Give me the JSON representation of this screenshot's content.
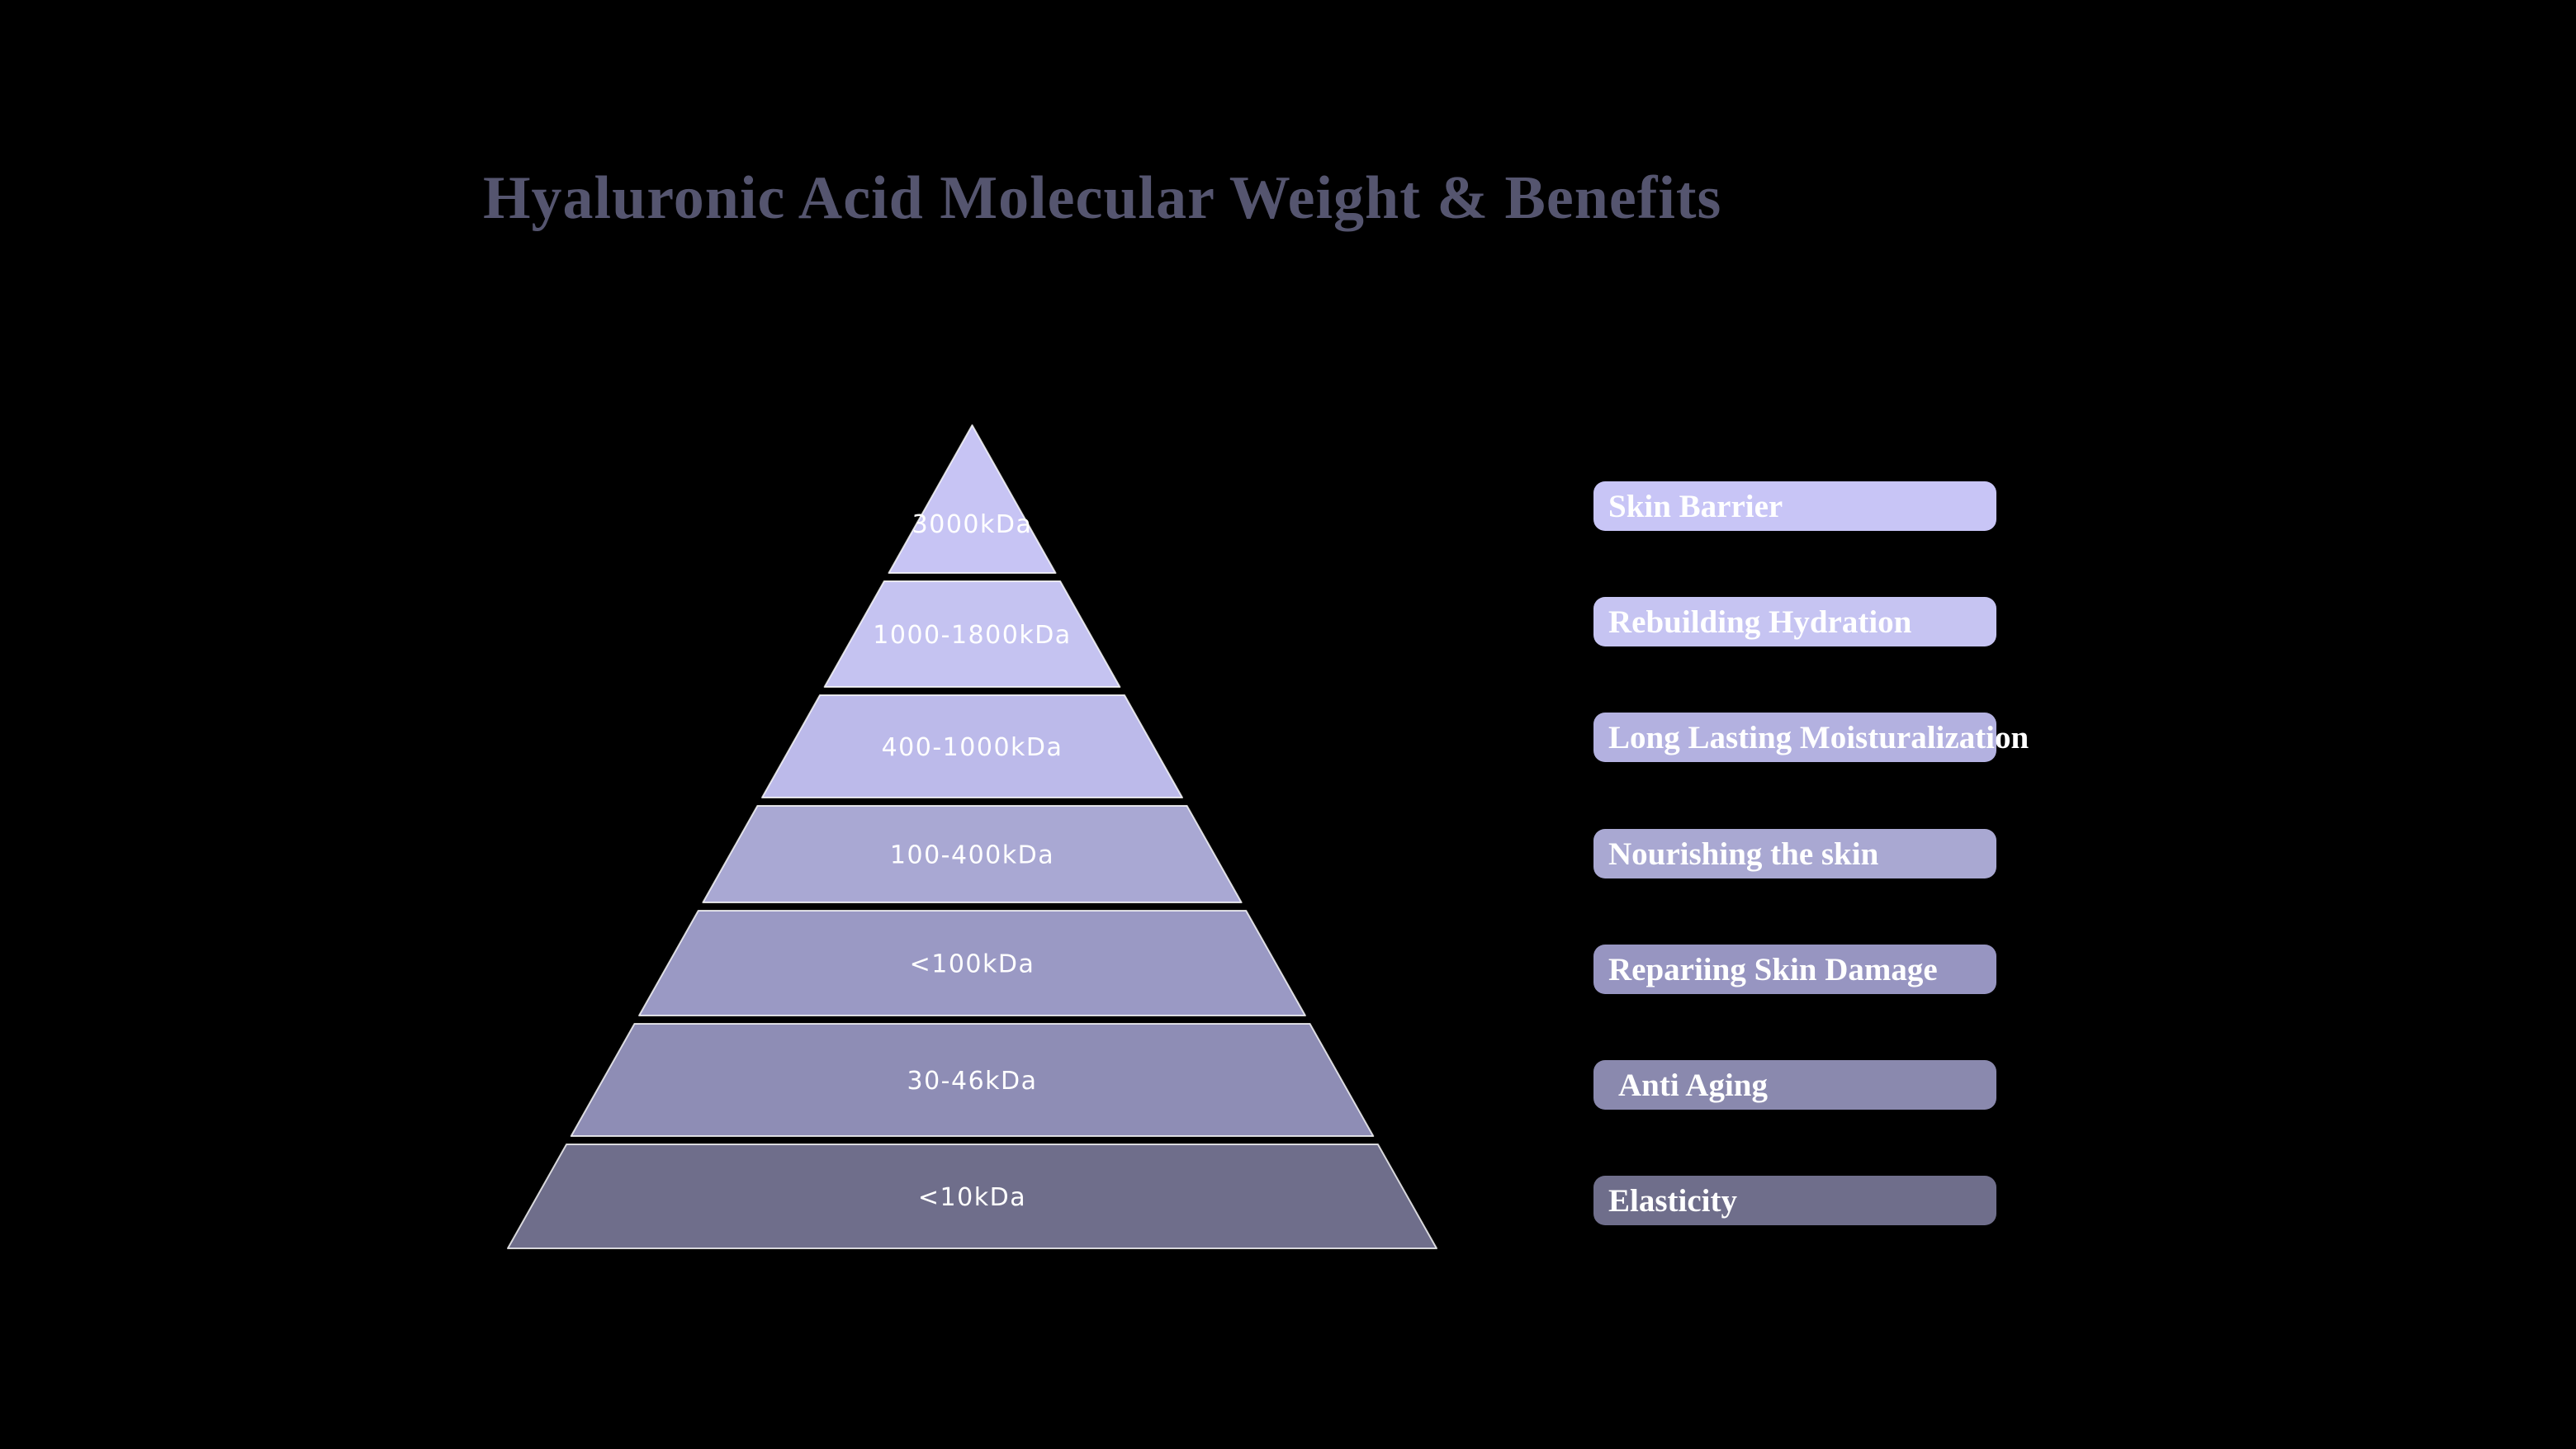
{
  "title": "Hyaluronic Acid Molecular Weight & Benefits",
  "colors": {
    "background": "#000000",
    "title_text": "#55556f",
    "level_text": "#ffffff",
    "level_stroke": "#ffffff",
    "benefit_text": "#ffffff"
  },
  "pyramid": {
    "levels": [
      {
        "label": "3000kDa",
        "color": "#c7c4f4"
      },
      {
        "label": "1000-1800kDa",
        "color": "#c5c3f1"
      },
      {
        "label": "400-1000kDa",
        "color": "#bcbaea"
      },
      {
        "label": "100-400kDa",
        "color": "#a9a8d3"
      },
      {
        "label": "<100kDa",
        "color": "#9a99c4"
      },
      {
        "label": "30-46kDa",
        "color": "#8e8db5"
      },
      {
        "label": "<10kDa",
        "color": "#6f6e8b"
      }
    ]
  },
  "benefits": [
    {
      "label": "Skin Barrier",
      "color": "#c8c5f6"
    },
    {
      "label": "Rebuilding Hydration",
      "color": "#c6c4f2"
    },
    {
      "label": "Long Lasting Moisturalization",
      "color": "#b3b1e0"
    },
    {
      "label": "Nourishing the skin",
      "color": "#a9a8d2"
    },
    {
      "label": "Repariing Skin Damage",
      "color": "#9795c1"
    },
    {
      "label": "Anti Aging",
      "color": "#8a89ae"
    },
    {
      "label": "Elasticity",
      "color": "#6f6e8b"
    }
  ]
}
